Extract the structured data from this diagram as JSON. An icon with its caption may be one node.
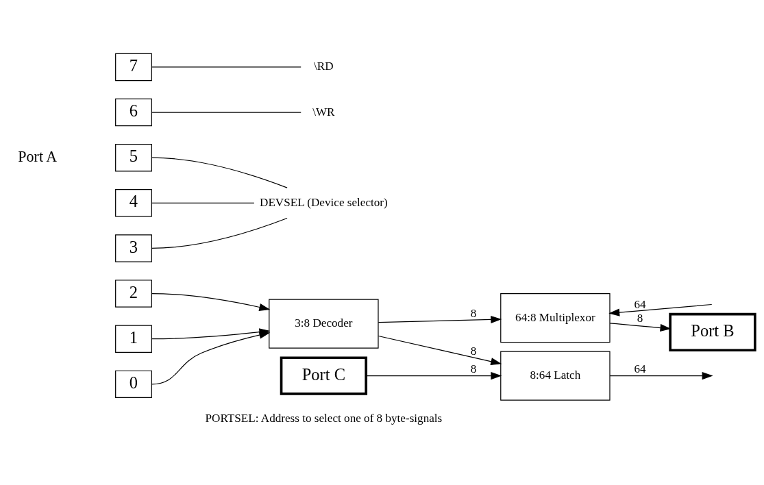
{
  "diagram": {
    "nodes": [
      {
        "text": [
          "7"
        ]
      },
      {
        "text": [
          "6"
        ]
      },
      {
        "text": [
          "5"
        ]
      },
      {
        "text": [
          "4"
        ]
      },
      {
        "text": [
          "3"
        ]
      },
      {
        "text": [
          "2"
        ]
      },
      {
        "text": [
          "1"
        ]
      },
      {
        "text": [
          "0"
        ]
      },
      {
        "text": [
          "\\RD"
        ]
      },
      {
        "text": [
          "\\WR"
        ]
      },
      {
        "text": [
          "DEVSEL (Device selector)"
        ]
      },
      {
        "text": [
          "3:8 Decoder"
        ]
      },
      {
        "text": [
          "64:8 Multiplexor"
        ]
      },
      {
        "text": [
          "8:64 Latch"
        ]
      },
      {
        "text": [
          "Port B"
        ]
      },
      {
        "text": [
          "Port C"
        ]
      }
    ],
    "edges": [
      {
        "from": 0,
        "to": 8,
        "arrow": "none"
      },
      {
        "from": 1,
        "to": 9,
        "arrow": "none"
      },
      {
        "from": 2,
        "to": 10,
        "arrow": "none"
      },
      {
        "from": 3,
        "to": 10,
        "arrow": "none"
      },
      {
        "from": 4,
        "to": 10,
        "arrow": "none"
      },
      {
        "from": 5,
        "to": 11,
        "arrow": "to"
      },
      {
        "from": 6,
        "to": 11,
        "arrow": "to"
      },
      {
        "from": 7,
        "to": 11,
        "arrow": "to"
      },
      {
        "from": 11,
        "to": 12,
        "arrow": "to",
        "label": "8"
      },
      {
        "from": 11,
        "to": 13,
        "arrow": "to",
        "label": "8"
      },
      {
        "from": 12,
        "to": 14,
        "arrow": "to",
        "label": "8"
      },
      {
        "from": null,
        "to": 12,
        "arrow": "to",
        "label": "64"
      },
      {
        "from": 13,
        "to": null,
        "arrow": "to",
        "label": "64"
      },
      {
        "from": 15,
        "to": 13,
        "arrow": "to",
        "label": "8"
      }
    ],
    "labels": [
      "Port A",
      "PORTSEL: Address to select one of 8 byte-signals"
    ]
  }
}
